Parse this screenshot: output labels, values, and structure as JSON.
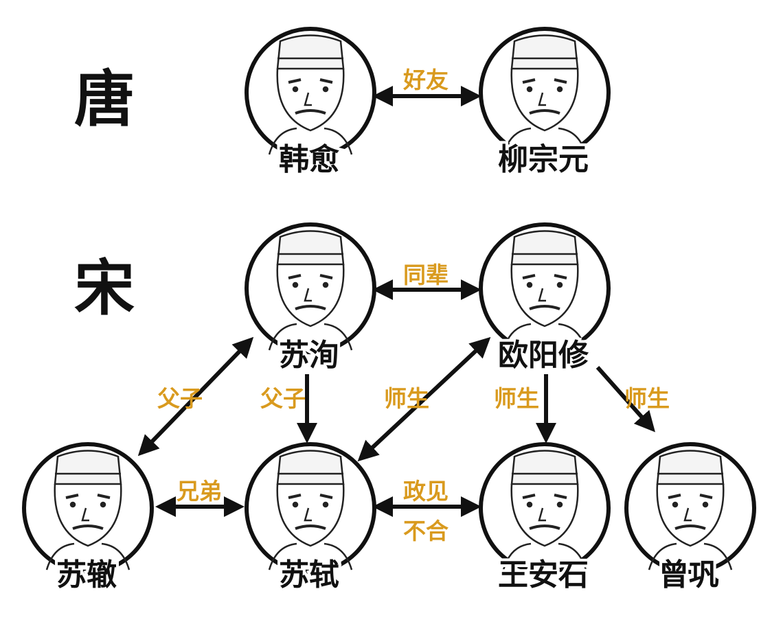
{
  "dynasties": [
    {
      "id": "tang",
      "label": "唐"
    },
    {
      "id": "song",
      "label": "宋"
    }
  ],
  "people": [
    {
      "id": "hanyu",
      "name": "韩愈"
    },
    {
      "id": "liuzongyuan",
      "name": "柳宗元"
    },
    {
      "id": "suxun",
      "name": "苏洵"
    },
    {
      "id": "ouyangxiu",
      "name": "欧阳修"
    },
    {
      "id": "suzhe",
      "name": "苏辙"
    },
    {
      "id": "sushi",
      "name": "苏轼"
    },
    {
      "id": "wanganshi",
      "name": "王安石"
    },
    {
      "id": "zenggong",
      "name": "曾巩"
    }
  ],
  "relations": [
    {
      "from": "hanyu",
      "to": "liuzongyuan",
      "label": "好友",
      "bidirectional": true
    },
    {
      "from": "suxun",
      "to": "ouyangxiu",
      "label": "同辈",
      "bidirectional": true
    },
    {
      "from": "suzhe",
      "to": "suxun",
      "label": "父子",
      "bidirectional": true
    },
    {
      "from": "suxun",
      "to": "sushi",
      "label": "父子",
      "bidirectional": false
    },
    {
      "from": "ouyangxiu",
      "to": "sushi",
      "label": "师生",
      "bidirectional": true
    },
    {
      "from": "ouyangxiu",
      "to": "wanganshi",
      "label": "师生",
      "bidirectional": false
    },
    {
      "from": "ouyangxiu",
      "to": "zenggong",
      "label": "师生",
      "bidirectional": false
    },
    {
      "from": "suzhe",
      "to": "sushi",
      "label": "兄弟",
      "bidirectional": true
    },
    {
      "from": "sushi",
      "to": "wanganshi",
      "label": "政见",
      "label2": "不合",
      "bidirectional": true
    }
  ],
  "colors": {
    "relation_label": "#d99a1e",
    "line": "#111111"
  }
}
